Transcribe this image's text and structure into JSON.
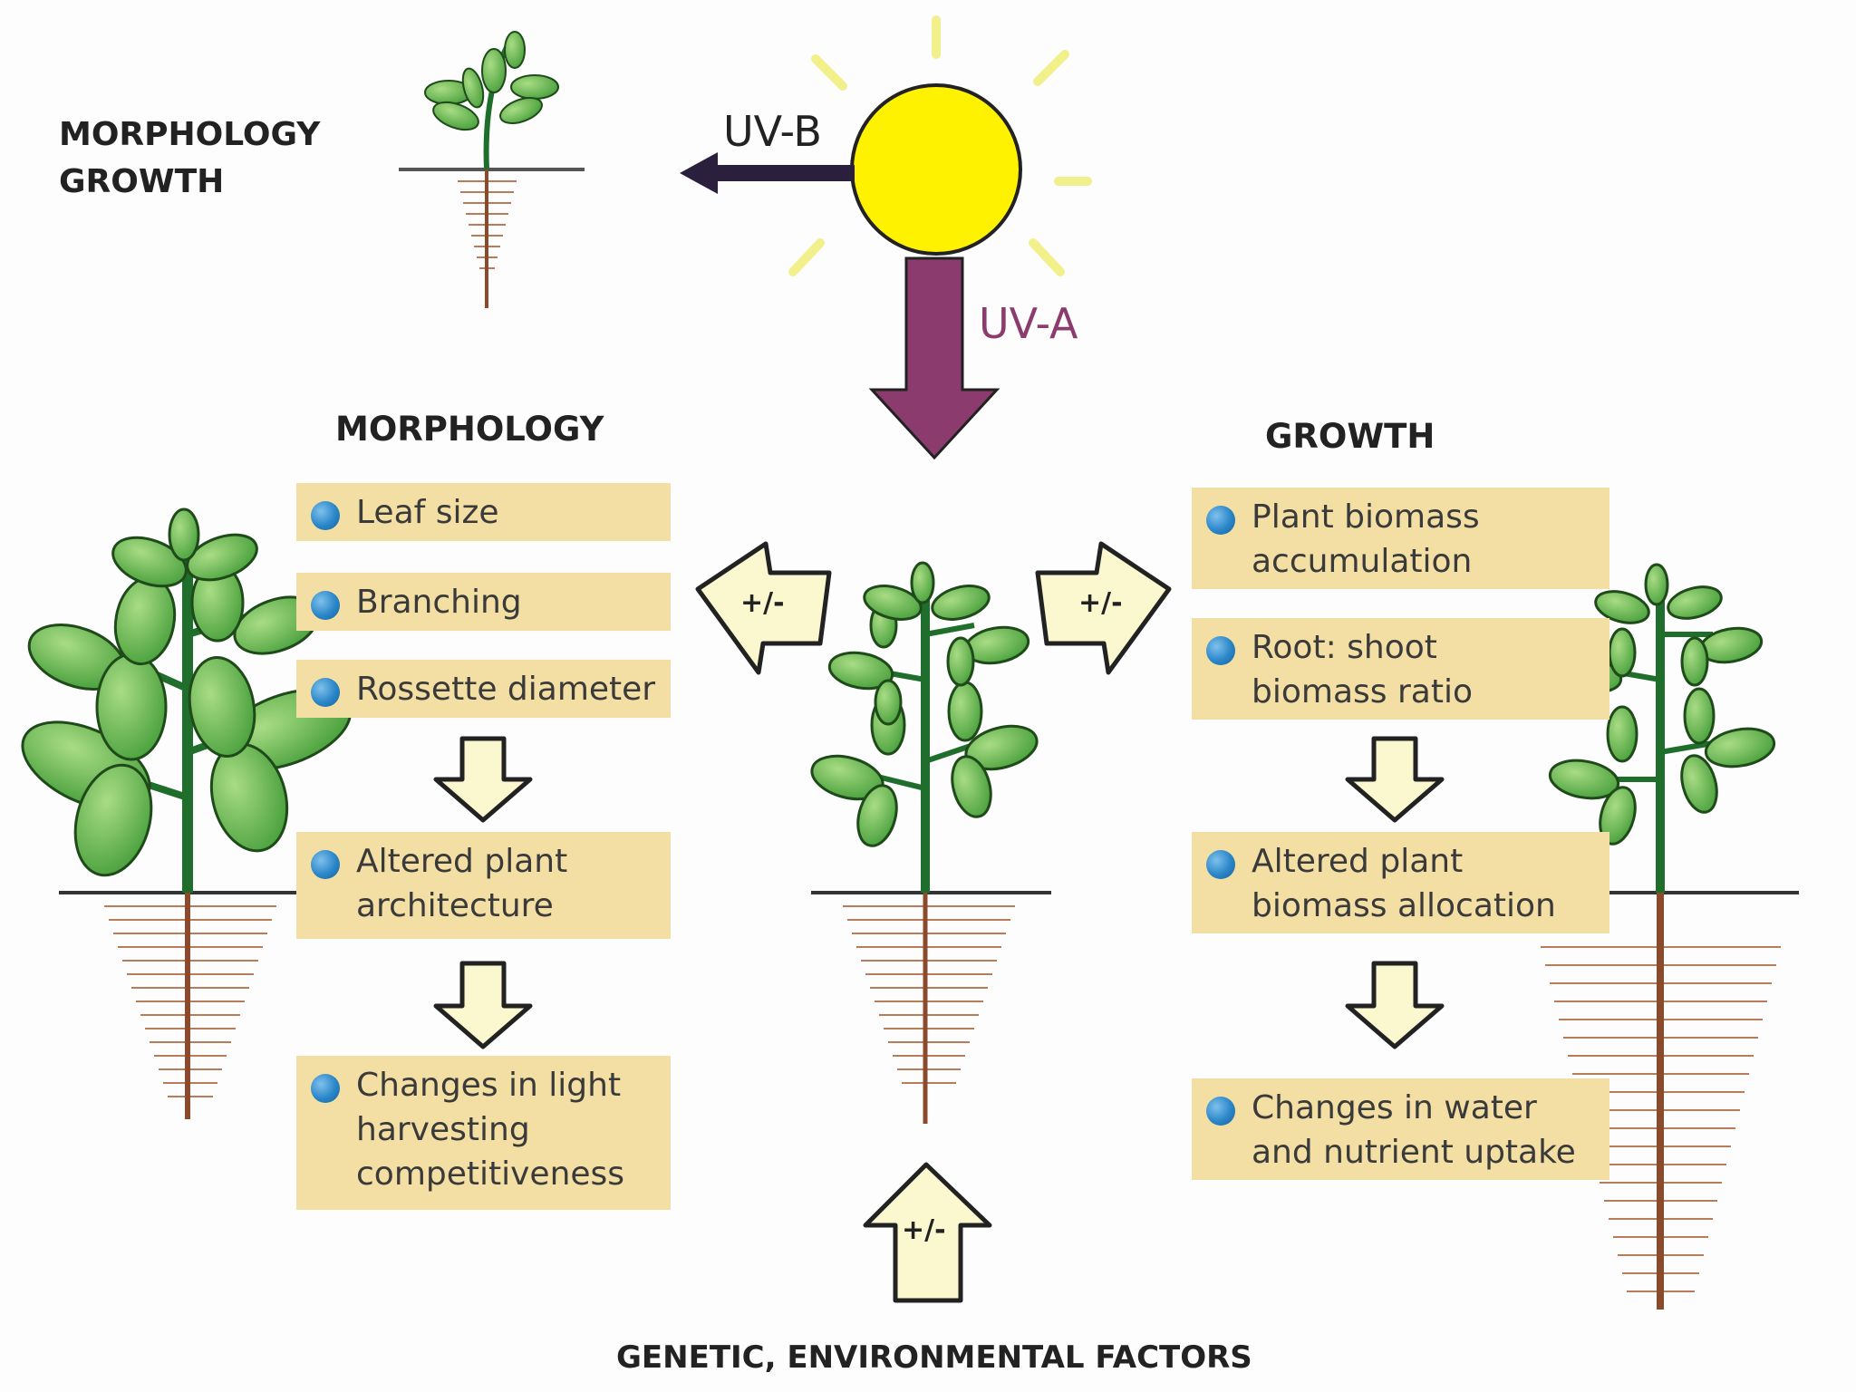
{
  "top_label": {
    "line1": "MORPHOLOGY",
    "line2": "GROWTH"
  },
  "uv": {
    "uvb": "UV-B",
    "uva": "UV-A"
  },
  "headings": {
    "morphology": "MORPHOLOGY",
    "growth": "GROWTH"
  },
  "morphology_boxes": [
    "Leaf size",
    "Branching",
    "Rossette diameter",
    "Altered plant\narchitecture",
    "Changes in light\nharvesting\ncompetitiveness"
  ],
  "growth_boxes": [
    "Plant biomass\naccumulation",
    "Root: shoot\nbiomass ratio",
    "Altered plant\nbiomass allocation",
    "Changes in water\nand nutrient uptake"
  ],
  "arrow_labels": {
    "left": "+/-",
    "right": "+/-",
    "bottom": "+/-"
  },
  "bottom_label": "GENETIC, ENVIRONMENTAL FACTORS",
  "colors": {
    "box_fill": "#f3dfa3",
    "bullet": "#2a86c8",
    "sun": "#fff200",
    "uvb_arrow": "#2a1f3d",
    "uva_arrow": "#8b3b6e",
    "leaf": "#3a8a2e",
    "stem": "#1f6e2c",
    "root": "#8b4a2b",
    "arrow_fill": "#fbf7cf"
  }
}
